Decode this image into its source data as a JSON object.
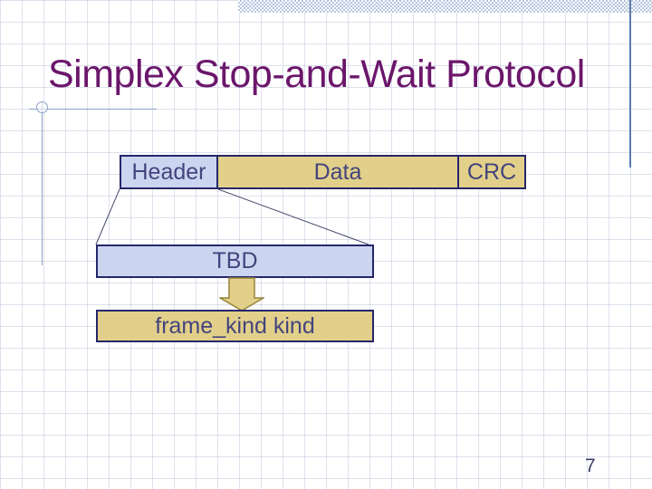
{
  "slide": {
    "title": "Simplex Stop-and-Wait Protocol",
    "page_number": "7"
  },
  "diagram": {
    "frame_boxes": [
      {
        "label": "Header"
      },
      {
        "label": "Data"
      },
      {
        "label": "CRC"
      }
    ],
    "tbd_box": {
      "label": "TBD"
    },
    "frame_kind_box": {
      "label": "frame_kind kind"
    }
  },
  "icons": {
    "down_block_arrow": "down-arrow-icon",
    "ornament": "compass-circle-ornament"
  },
  "colors": {
    "title_purple": "#6b166b",
    "fill_blue": "#ccd5f0",
    "fill_tan": "#e2d08a",
    "box_border_navy": "#26266a",
    "box_text_navy": "#44447e",
    "line_navy": "#45456a",
    "arrow_outline": "#96843b",
    "steel_blue": "#8ba3c7",
    "steel_blue_dark": "#5c7ca8",
    "checker_blue": "#b7c6df",
    "page_num_color": "#3d3d66"
  }
}
